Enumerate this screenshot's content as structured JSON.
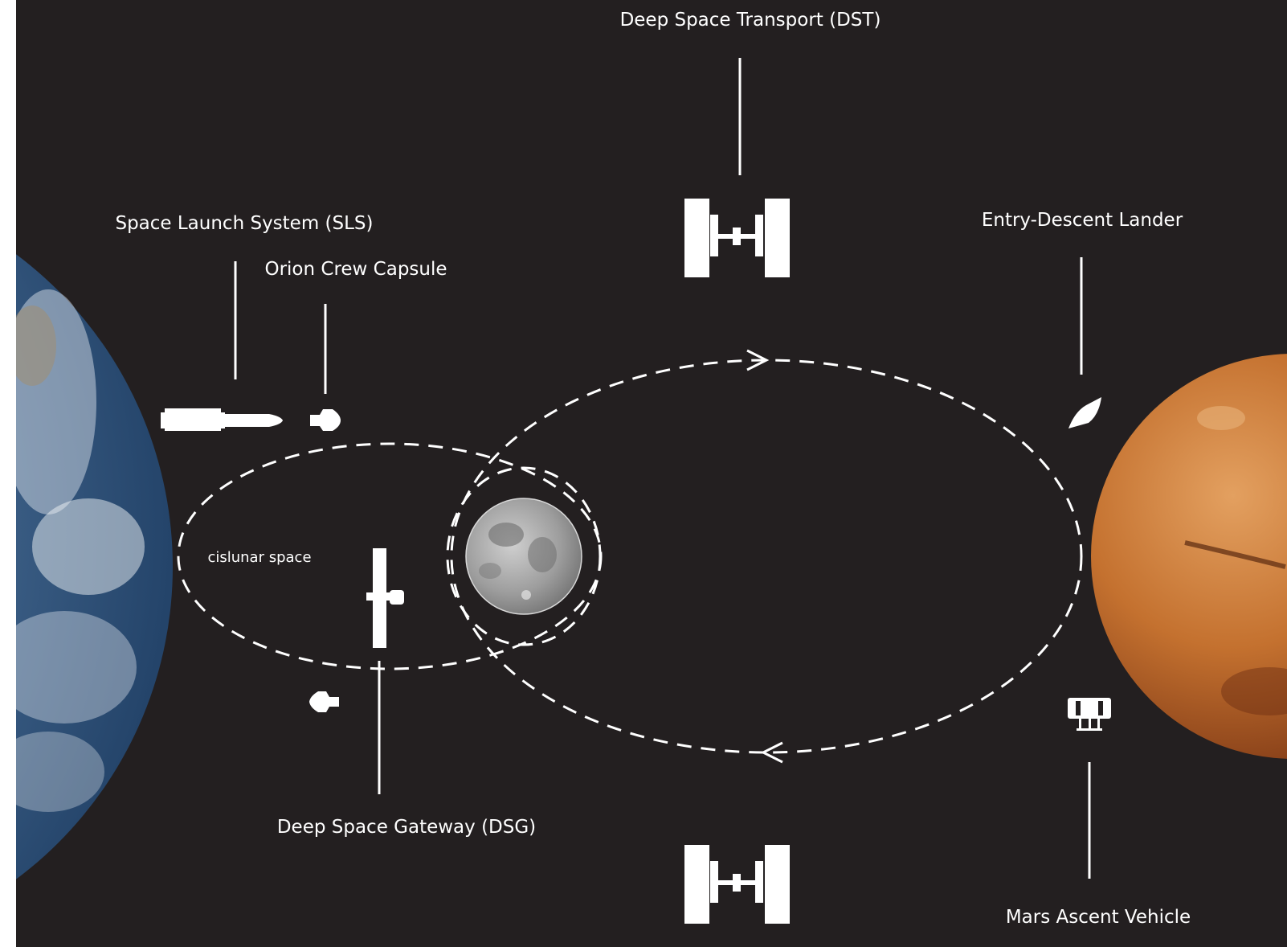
{
  "labels": {
    "dst_top": "Deep Space Transport (DST)",
    "sls": "Space Launch System (SLS)",
    "orion": "Orion Crew Capsule",
    "entry_lander": "Entry-Descent Lander",
    "cislunar": "cislunar space",
    "dsg": "Deep Space Gateway (DSG)",
    "mav": "Mars Ascent Vehicle"
  },
  "colors": {
    "background": "#231f20",
    "line": "#ffffff",
    "earth_ocean": "#4a6d93",
    "mars": "#c46a2c",
    "moon": "#9a9a9a"
  },
  "icons": {
    "earth": "earth-image",
    "moon": "moon-image",
    "mars": "mars-image",
    "sls": "rocket-icon",
    "orion": "capsule-icon",
    "dst": "spacecraft-icon",
    "dsg": "space-station-icon",
    "lander": "lander-icon",
    "mav": "ascent-vehicle-icon"
  }
}
